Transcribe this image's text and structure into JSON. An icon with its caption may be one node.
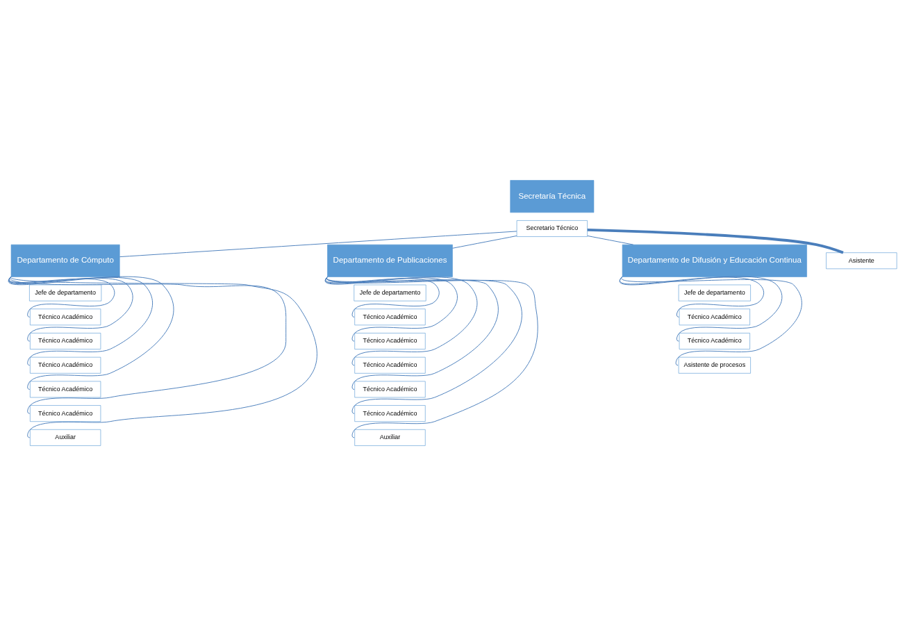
{
  "diagram": {
    "nodes": [
      {
        "text": [
          "Secretaría Técnica"
        ]
      },
      {
        "text": [
          "Secretario Técnico"
        ]
      },
      {
        "text": [
          "Departamento de Cómputo"
        ]
      },
      {
        "text": [
          "Jefe de departamento"
        ]
      },
      {
        "text": [
          "Departamento de Publicaciones"
        ]
      },
      {
        "text": [
          "Jefe de departamento"
        ]
      },
      {
        "text": [
          "Departamento de Difusión y Educación Continua"
        ]
      },
      {
        "text": [
          "Jefe de departamento"
        ]
      },
      {
        "text": [
          "Asistente"
        ]
      },
      {
        "text": [
          "Técnico Académico"
        ]
      },
      {
        "text": [
          "Técnico Académico"
        ]
      },
      {
        "text": [
          "Técnico Académico"
        ]
      },
      {
        "text": [
          "Técnico Académico"
        ]
      },
      {
        "text": [
          "Técnico Académico"
        ]
      },
      {
        "text": [
          "Auxiliar"
        ]
      },
      {
        "text": [
          "Técnico Académico"
        ]
      },
      {
        "text": [
          "Técnico Académico"
        ]
      },
      {
        "text": [
          "Técnico Académico"
        ]
      },
      {
        "text": [
          "Técnico Académico"
        ]
      },
      {
        "text": [
          "Técnico Académico"
        ]
      },
      {
        "text": [
          "Auxiliar"
        ]
      },
      {
        "text": [
          "Técnico Académico"
        ]
      },
      {
        "text": [
          "Técnico Académico"
        ]
      },
      {
        "text": [
          "Asistente de procesos"
        ]
      }
    ],
    "edges": [
      {
        "from": 1,
        "to": 2,
        "arrow": "none"
      },
      {
        "from": 1,
        "to": 4,
        "arrow": "none"
      },
      {
        "from": 1,
        "to": 6,
        "arrow": "none"
      },
      {
        "from": 1,
        "to": 8,
        "arrow": "none",
        "style": "thick"
      },
      {
        "from": 2,
        "to": 9,
        "arrow": "none"
      },
      {
        "from": 2,
        "to": 10,
        "arrow": "none"
      },
      {
        "from": 2,
        "to": 11,
        "arrow": "none"
      },
      {
        "from": 2,
        "to": 12,
        "arrow": "none"
      },
      {
        "from": 2,
        "to": 13,
        "arrow": "none"
      },
      {
        "from": 2,
        "to": 14,
        "arrow": "none"
      },
      {
        "from": 4,
        "to": 15,
        "arrow": "none"
      },
      {
        "from": 4,
        "to": 16,
        "arrow": "none"
      },
      {
        "from": 4,
        "to": 17,
        "arrow": "none"
      },
      {
        "from": 4,
        "to": 18,
        "arrow": "none"
      },
      {
        "from": 4,
        "to": 19,
        "arrow": "none"
      },
      {
        "from": 4,
        "to": 20,
        "arrow": "none"
      },
      {
        "from": 6,
        "to": 21,
        "arrow": "none"
      },
      {
        "from": 6,
        "to": 22,
        "arrow": "none"
      },
      {
        "from": 6,
        "to": 23,
        "arrow": "none"
      }
    ]
  }
}
